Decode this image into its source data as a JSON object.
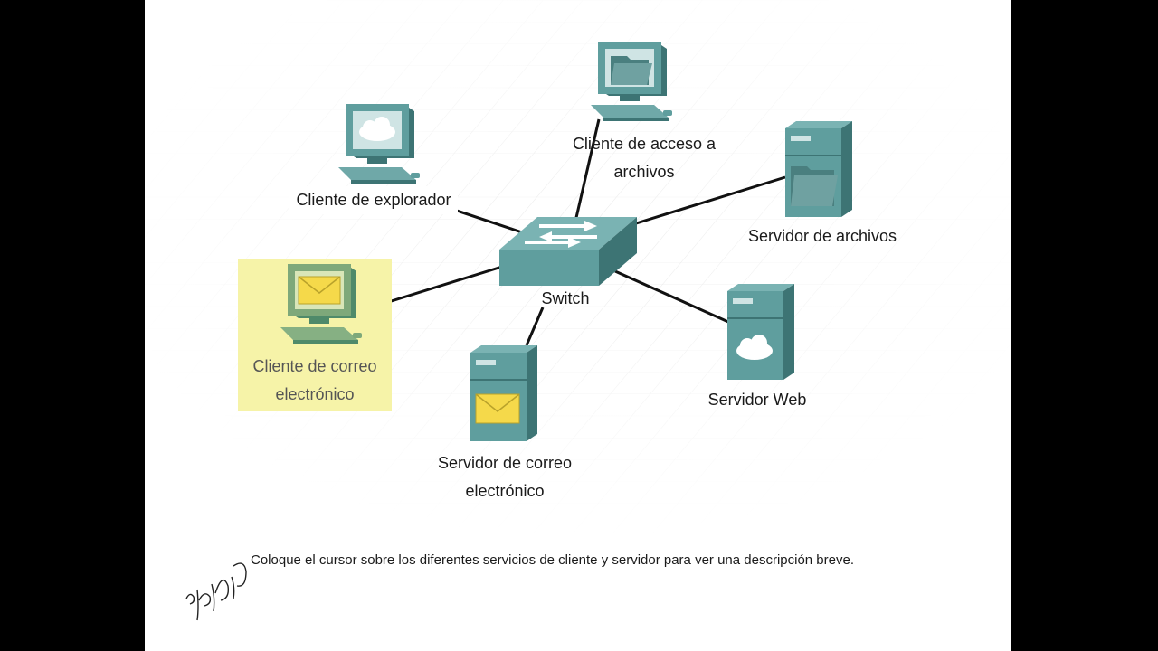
{
  "nodes": {
    "browser_client": {
      "label": "Cliente de explorador",
      "icon": "cloud-icon"
    },
    "file_client": {
      "label_line1": "Cliente de acceso a",
      "label_line2": "archivos",
      "icon": "folder-icon"
    },
    "file_server": {
      "label": "Servidor de archivos",
      "icon": "folder-icon"
    },
    "switch": {
      "label": "Switch",
      "icon": "arrows-icon"
    },
    "email_client": {
      "label_line1": "Cliente de correo",
      "label_line2": "electrónico",
      "icon": "envelope-icon",
      "highlighted": true
    },
    "email_server": {
      "label_line1": "Servidor de correo",
      "label_line2": "electrónico",
      "icon": "envelope-icon"
    },
    "web_server": {
      "label": "Servidor Web",
      "icon": "cloud-icon"
    }
  },
  "instruction": "Coloque el cursor sobre los diferentes servicios de cliente y servidor para ver una descripción breve.",
  "colors": {
    "device_teal": "#5a9a9a",
    "device_dark": "#3d7474",
    "highlight": "#f6f3a8",
    "envelope": "#f5d94a"
  }
}
